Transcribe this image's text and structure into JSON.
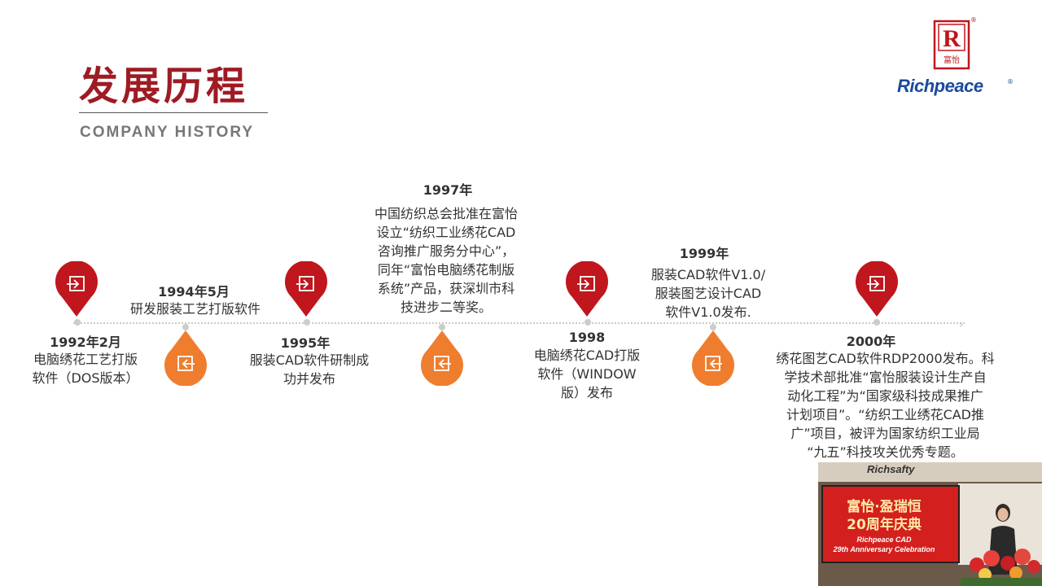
{
  "header": {
    "title_zh": "发展历程",
    "title_en": "COMPANY HISTORY"
  },
  "logo": {
    "brand": "Richpeace",
    "reg": "®",
    "mark_letter": "R",
    "mark_text": "富怡"
  },
  "timeline": [
    {
      "id": "1992",
      "year": "1992年2月",
      "lines": [
        "电脑绣花工艺打版",
        "软件（DOS版本）"
      ],
      "type": "red"
    },
    {
      "id": "1994",
      "year": "1994年5月",
      "lines": [
        "研发服装工艺打版软件"
      ],
      "type": "orange"
    },
    {
      "id": "1995",
      "year": "1995年",
      "lines": [
        "服装CAD软件研制成",
        "功并发布"
      ],
      "type": "red"
    },
    {
      "id": "1997",
      "year": "1997年",
      "lines": [
        "中国纺织总会批准在富怡",
        "设立“纺织工业绣花CAD",
        "咨询推广服务分中心”，",
        "同年“富怡电脑绣花制版",
        "系统”产品，获深圳市科",
        "技进步二等奖。"
      ],
      "type": "orange"
    },
    {
      "id": "1998",
      "year": "1998",
      "lines": [
        "电脑绣花CAD打版",
        "软件（WINDOW",
        "版）发布"
      ],
      "type": "red"
    },
    {
      "id": "1999",
      "year": "1999年",
      "lines": [
        "服装CAD软件V1.0/",
        "服装图艺设计CAD",
        "软件V1.0发布."
      ],
      "type": "orange"
    },
    {
      "id": "2000",
      "year": "2000年",
      "lines": [
        "绣花图艺CAD软件RDP2000发布。科",
        "学技术部批准“富怡服装设计生产自",
        "动化工程”为“国家级科技成果推广",
        "计划项目”。“纺织工业绣花CAD推",
        "广”项目，被评为国家纺织工业局",
        "“九五”科技攻关优秀专题。"
      ],
      "type": "red"
    }
  ],
  "video": {
    "banner_line1": "富怡·盈瑞恒",
    "banner_line2": "20周年庆典",
    "banner_line3": "Richpeace CAD",
    "banner_line4": "29th Anniversary Celebration",
    "backdrop_text": "Richsafty"
  },
  "colors": {
    "title_red": "#9e1b24",
    "pin_red": "#c0161d",
    "pin_orange": "#ef7d2e",
    "logo_blue": "#1a4a9c"
  },
  "icons": {
    "red_pin": "import-arrow-icon",
    "orange_pin": "export-arrow-icon"
  }
}
